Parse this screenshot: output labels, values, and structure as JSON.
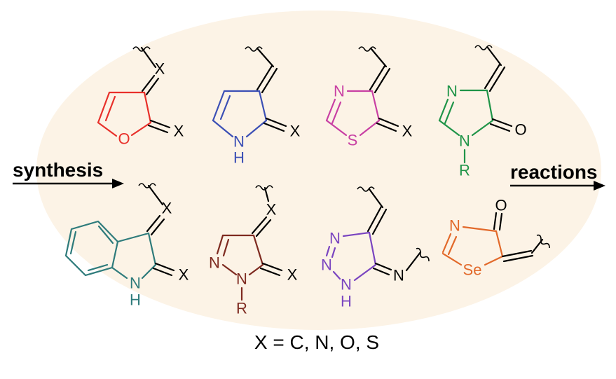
{
  "left_label": "synthesis",
  "right_label": "reactions",
  "footnote": "X = C, N, O, S",
  "colors": {
    "background_ellipse": "#fcf3e6",
    "furanone": "#e8302a",
    "pyrrolone": "#3b4fb5",
    "thiazolone": "#c83fa3",
    "imidazolone": "#1f9448",
    "indolinone": "#2e7b7b",
    "pyrazolone": "#7e2a20",
    "triazole": "#7a45c0",
    "selenazolone": "#e2692a"
  },
  "structures": [
    {
      "atoms": {
        "exo": "X",
        "ring_o": "O",
        "carbonyl": "X"
      }
    },
    {
      "atoms": {
        "ring_n": "N",
        "ring_h": "H",
        "carbonyl": "X"
      }
    },
    {
      "atoms": {
        "ring_n": "N",
        "ring_s": "S",
        "carbonyl": "X"
      }
    },
    {
      "atoms": {
        "ring_n": "N",
        "ring_n2": "N",
        "sub": "R",
        "carbonyl": "O"
      }
    },
    {
      "atoms": {
        "exo": "X",
        "ring_n": "N",
        "ring_h": "H",
        "carbonyl": "X"
      }
    },
    {
      "atoms": {
        "exo": "X",
        "ring_n": "N",
        "ring_n2": "N",
        "sub": "R",
        "carbonyl": "X"
      }
    },
    {
      "atoms": {
        "n1": "N",
        "n2": "N",
        "n3": "N",
        "h": "H",
        "exo_n": "N"
      }
    },
    {
      "atoms": {
        "ring_n": "N",
        "carbonyl": "O",
        "ring_se": "Se"
      }
    }
  ]
}
